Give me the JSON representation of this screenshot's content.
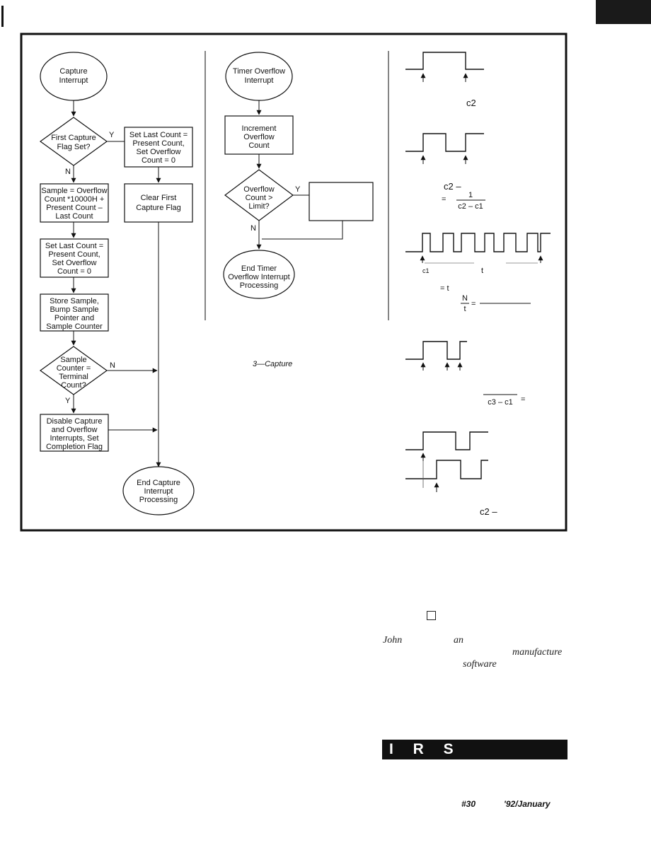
{
  "capture_flow": {
    "start": [
      "Capture",
      "Interrupt"
    ],
    "decision1": [
      "First Capture",
      "Flag Set?"
    ],
    "yes_label": "Y",
    "no_label": "N",
    "set_last_count_right": [
      "Set Last Count =",
      "Present Count,",
      "Set Overflow",
      "Count = 0"
    ],
    "sample_box": [
      "Sample = Overflow",
      "Count *10000H +",
      "Present Count –",
      "Last Count"
    ],
    "clear_flag": [
      "Clear First",
      "Capture Flag"
    ],
    "set_last_count_left": [
      "Set Last Count =",
      "Present Count,",
      "Set Overflow",
      "Count = 0"
    ],
    "store_sample": [
      "Store Sample,",
      "Bump Sample",
      "Pointer and",
      "Sample Counter"
    ],
    "decision2": [
      "Sample",
      "Counter =",
      "Terminal",
      "Count?"
    ],
    "disable_box": [
      "Disable Capture",
      "and Overflow",
      "Interrupts, Set",
      "Completion Flag"
    ],
    "end": [
      "End Capture",
      "Interrupt",
      "Processing"
    ]
  },
  "timer_flow": {
    "start": [
      "Timer Overflow",
      "Interrupt"
    ],
    "increment": [
      "Increment",
      "Overflow",
      "Count"
    ],
    "decision": [
      "Overflow",
      "Count >",
      "Limit?"
    ],
    "yes_label": "Y",
    "no_label": "N",
    "end": [
      "End Timer",
      "Overflow Interrupt",
      "Processing"
    ]
  },
  "figure_caption": "3—Capture",
  "waveforms": {
    "w1_label": "c2",
    "w2_label_top": "c2 –",
    "w2_frac_num": "1",
    "w2_frac_den": "c2 – c1",
    "w3_left": "c1",
    "w3_mid": "t",
    "w3_eq": "= t",
    "w3_frac_num": "N",
    "w3_frac_den": "t",
    "w4_frac": "c3 – c1",
    "w5_label": "c2 –"
  },
  "body_text": {
    "line1": "John",
    "line1b": "an",
    "line2": "manufacture",
    "line3": "software"
  },
  "banner": "I R S",
  "footer": {
    "issue": "#30",
    "date": "'92/January"
  }
}
